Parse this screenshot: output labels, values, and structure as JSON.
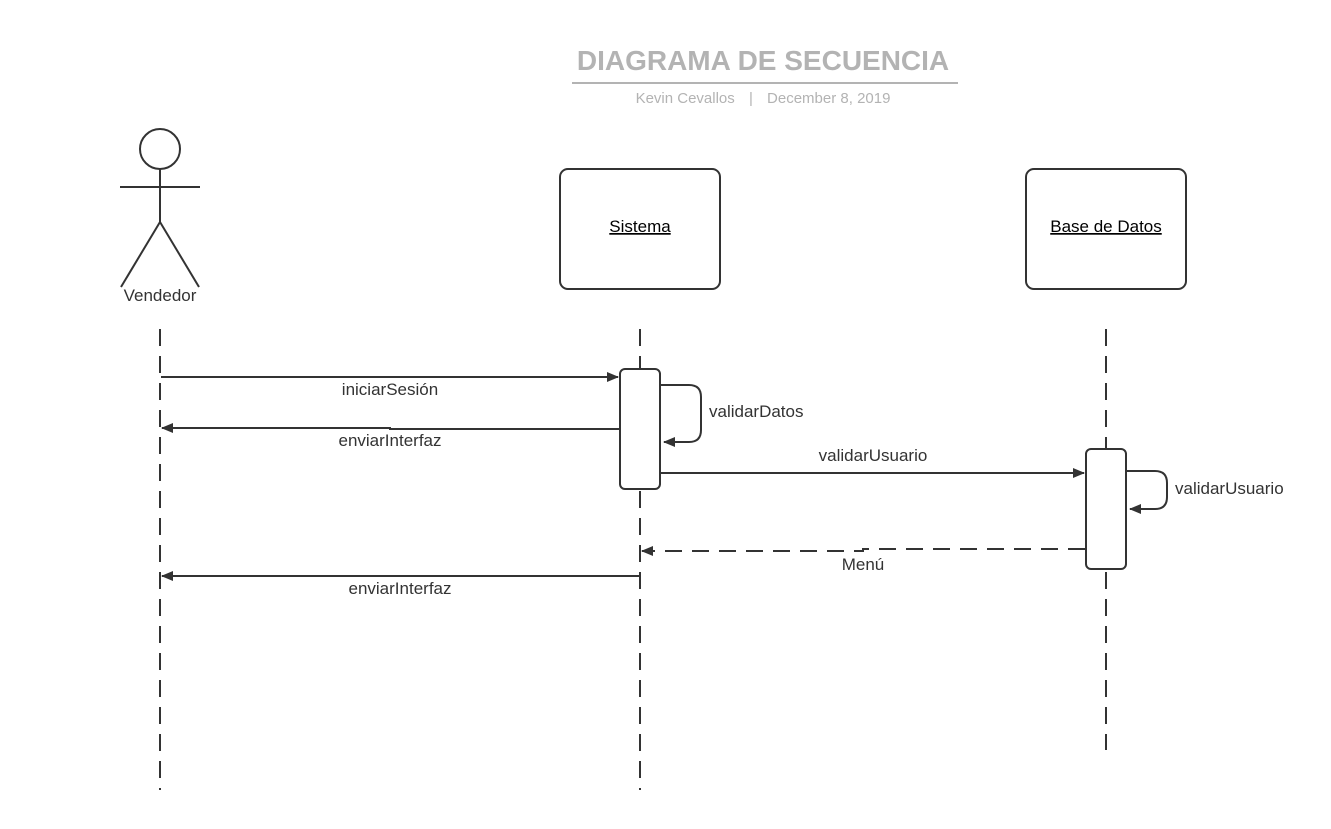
{
  "header": {
    "title": "DIAGRAMA DE SECUENCIA",
    "author": "Kevin Cevallos",
    "separator": "|",
    "date": "December 8, 2019"
  },
  "participants": {
    "actor": {
      "label": "Vendedor",
      "kind": "actor"
    },
    "sistema": {
      "label": "Sistema",
      "kind": "object"
    },
    "base_datos": {
      "label": "Base de Datos",
      "kind": "object"
    }
  },
  "messages": [
    {
      "label": "iniciarSesión",
      "from": "Vendedor",
      "to": "Sistema",
      "style": "solid"
    },
    {
      "label": "validarDatos",
      "from": "Sistema",
      "to": "Sistema",
      "style": "self"
    },
    {
      "label": "enviarInterfaz",
      "from": "Sistema",
      "to": "Vendedor",
      "style": "solid"
    },
    {
      "label": "validarUsuario",
      "from": "Sistema",
      "to": "Base de Datos",
      "style": "solid"
    },
    {
      "label": "validarUsuario",
      "from": "Base de Datos",
      "to": "Base de Datos",
      "style": "self"
    },
    {
      "label": "Menú",
      "from": "Base de Datos",
      "to": "Sistema",
      "style": "dashed"
    },
    {
      "label": "enviarInterfaz",
      "from": "Sistema",
      "to": "Vendedor",
      "style": "solid"
    }
  ],
  "colors": {
    "line": "#333333",
    "header_text": "#b3b3b3"
  }
}
